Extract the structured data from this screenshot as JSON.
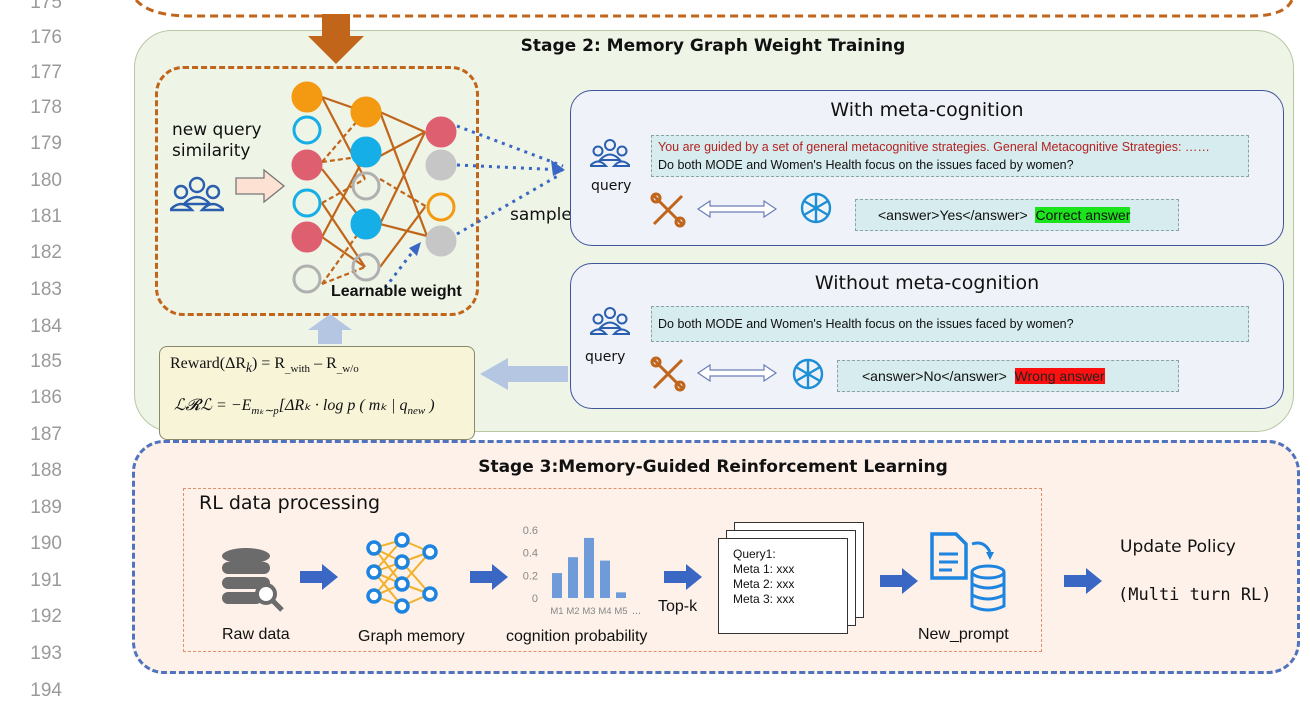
{
  "line_numbers": [
    "175",
    "176",
    "177",
    "178",
    "179",
    "180",
    "181",
    "182",
    "183",
    "184",
    "185",
    "186",
    "187",
    "188",
    "189",
    "190",
    "191",
    "192",
    "193",
    "194"
  ],
  "stage2": {
    "title": "Stage 2: Memory Graph Weight Training",
    "nn": {
      "query_label_line1": "new query",
      "query_label_line2": "similarity",
      "learnable_weight": "Learnable weight",
      "sample": "sample"
    },
    "with_meta": {
      "title": "With meta-cognition",
      "query": "query",
      "prompt_red": "You are guided by a set of general metacognitive strategies. General Metacognitive Strategies: ……",
      "question": "Do both MODE and Women's Health focus on the issues faced by women?",
      "answer": "<answer>Yes</answer>",
      "verdict": "Correct answer"
    },
    "without_meta": {
      "title": "Without meta-cognition",
      "query": "query",
      "question": "Do both MODE and Women's Health focus on the issues faced by women?",
      "answer": "<answer>No</answer>",
      "verdict": "Wrong answer"
    },
    "reward": {
      "line1": "Reward(ΔR",
      "line1_sub": "k",
      "line1_rest": ") = R",
      "with_sub": "_with",
      "minus": " – R",
      "wo_sub": "_w/o",
      "loss": "ℒ𝓡ℒ = −E",
      "loss_sub": "mₖ∼p",
      "loss_rest": "[ΔRₖ · log p ( mₖ | q",
      "q_sub": "new",
      "loss_end": " )"
    }
  },
  "stage3": {
    "title": "Stage 3:Memory-Guided Reinforcement Learning",
    "rl_label": "RL data processing",
    "raw_data": "Raw data",
    "graph_memory": "Graph memory",
    "cognition_probability": "cognition probability",
    "topk": "Top-k",
    "new_prompt": "New_prompt",
    "prompt_lines": [
      "Query1:",
      "Meta 1: xxx",
      "Meta 2: xxx",
      "Meta 3: xxx"
    ],
    "update_policy": "Update Policy",
    "multi_turn": "(Multi turn  RL)"
  },
  "colors": {
    "orange": "#f39a12",
    "red_node": "#de6070",
    "blue_node": "#16aee6",
    "gray_node": "#c6c6c6",
    "edge": "#c0651a",
    "arrow_blue": "#3a66c4"
  },
  "chart_data": {
    "type": "bar",
    "categories": [
      "M1",
      "M2",
      "M3",
      "M4",
      "M5"
    ],
    "values": [
      0.22,
      0.36,
      0.53,
      0.33,
      0.05
    ],
    "ylim": [
      0,
      0.6
    ],
    "yticks": [
      "0.6",
      "0.4",
      "0.2",
      "0"
    ],
    "xlabel": "",
    "ylabel": "",
    "title": ""
  }
}
